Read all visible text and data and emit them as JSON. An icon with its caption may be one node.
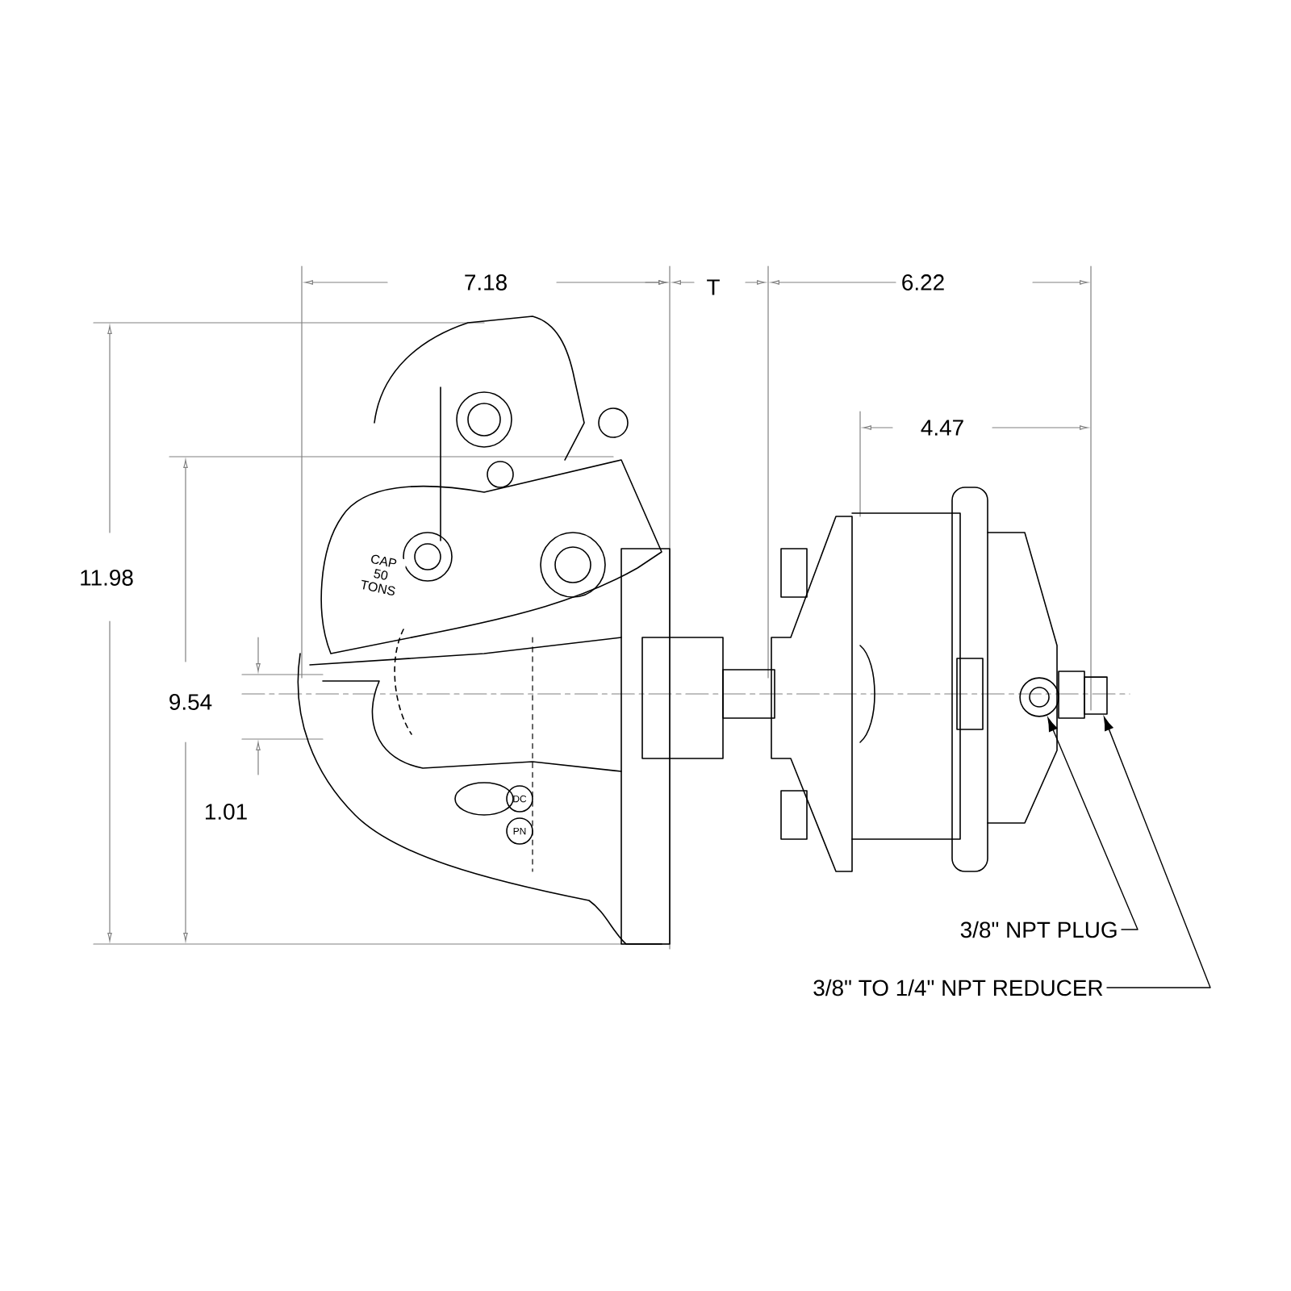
{
  "diagram": {
    "nodes": [
      {
        "text": [
          "3/8\" NPT PLUG"
        ]
      },
      {
        "text": [],
        "shape": "circle"
      },
      {
        "text": [
          "3/8\" TO 1/4\" NPT REDUCER"
        ]
      },
      {
        "text": [],
        "shape": "box"
      }
    ],
    "edges": [
      {
        "from": 0,
        "to": 1,
        "arrow": "to"
      },
      {
        "from": 2,
        "to": 3,
        "arrow": "to"
      }
    ],
    "labels": [
      "7.18",
      "T",
      "6.22",
      "4.47",
      "11.98",
      "9.54",
      "1.01",
      "CAP 50 TONS",
      "DC",
      "PN"
    ]
  }
}
